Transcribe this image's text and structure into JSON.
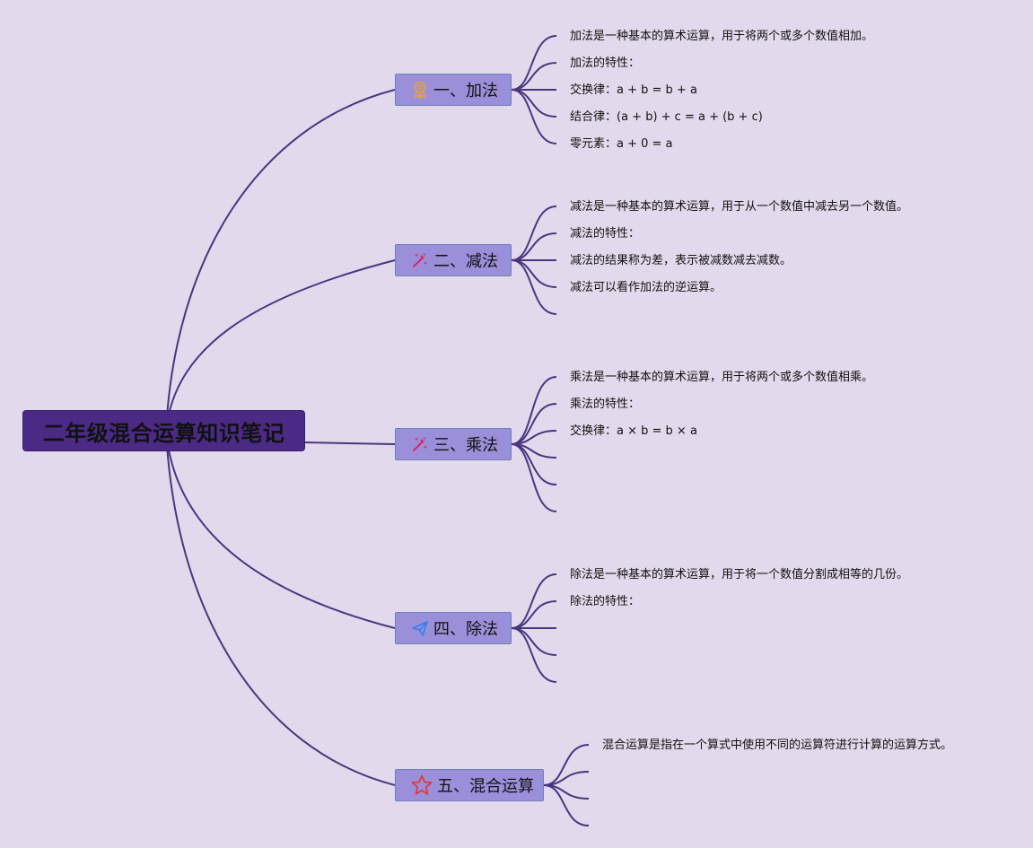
{
  "root": {
    "title": "二年级混合运算知识笔记"
  },
  "colors": {
    "background": "#e3d9ec",
    "root": "#4b2a85",
    "branch": "#9b8fda",
    "branch_border": "#6d82b8",
    "line": "#4a3580"
  },
  "branches": [
    {
      "label": "一、加法",
      "icon": "award-ribbon-icon",
      "leaves": [
        "加法是一种基本的算术运算，用于将两个或多个数值相加。",
        "加法的特性：",
        "交换律：a + b = b + a",
        "结合律：(a + b) + c = a + (b + c)",
        "零元素：a + 0 = a"
      ]
    },
    {
      "label": "二、减法",
      "icon": "magic-wand-icon",
      "leaves": [
        "减法是一种基本的算术运算，用于从一个数值中减去另一个数值。",
        "减法的特性：",
        "减法的结果称为差，表示被减数减去减数。",
        "减法可以看作加法的逆运算。",
        ""
      ]
    },
    {
      "label": "三、乘法",
      "icon": "magic-wand-icon",
      "leaves": [
        "乘法是一种基本的算术运算，用于将两个或多个数值相乘。",
        "乘法的特性：",
        "交换律：a × b = b × a",
        "",
        "",
        ""
      ]
    },
    {
      "label": "四、除法",
      "icon": "paper-plane-icon",
      "leaves": [
        "除法是一种基本的算术运算，用于将一个数值分割成相等的几份。",
        "除法的特性：",
        "",
        "",
        ""
      ]
    },
    {
      "label": "五、混合运算",
      "icon": "star-icon",
      "leaves": [
        "混合运算是指在一个算式中使用不同的运算符进行计算的运算方式。",
        "",
        "",
        ""
      ]
    }
  ]
}
